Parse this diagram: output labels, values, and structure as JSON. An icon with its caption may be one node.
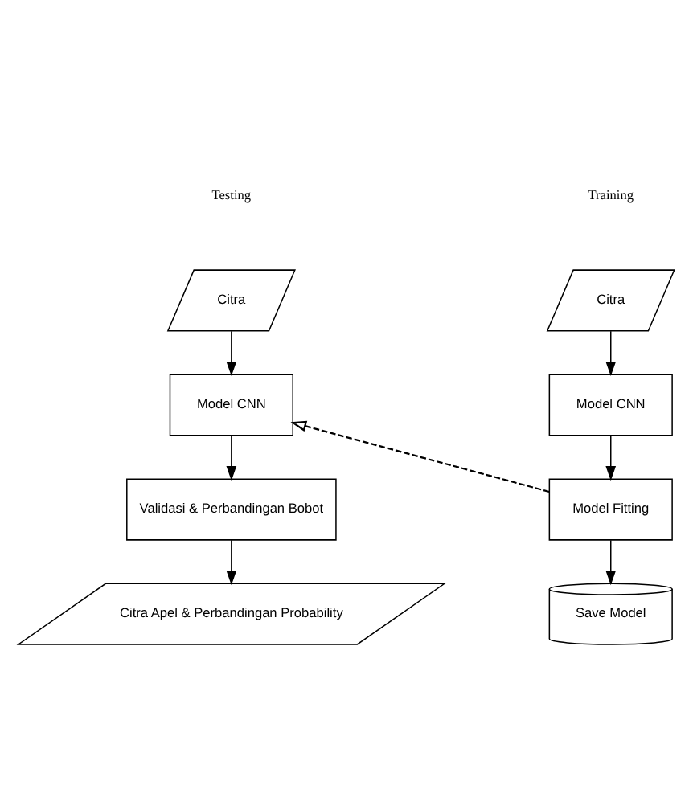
{
  "diagram": {
    "nodes": [
      {
        "text": [
          "Citra"
        ]
      },
      {
        "text": [
          "Model CNN"
        ]
      },
      {
        "text": [
          "Model Fitting"
        ]
      },
      {
        "text": [
          "Save Model"
        ]
      },
      {
        "text": [
          "Citra"
        ]
      },
      {
        "text": [
          "Model CNN"
        ]
      },
      {
        "text": [
          "Validasi & Perbandingan Bobot"
        ]
      },
      {
        "text": [
          "Citra Apel & Perbandingan Probability"
        ]
      }
    ],
    "edges": [
      {
        "from": 0,
        "to": 1,
        "arrow": "to"
      },
      {
        "from": 1,
        "to": 2,
        "arrow": "to"
      },
      {
        "from": 2,
        "to": 3,
        "arrow": "to"
      },
      {
        "from": 4,
        "to": 5,
        "arrow": "to"
      },
      {
        "from": 5,
        "to": 6,
        "arrow": "to"
      },
      {
        "from": 6,
        "to": 7,
        "arrow": "to"
      },
      {
        "from": 2,
        "to": 5,
        "arrow": "to",
        "style": "dashed"
      }
    ],
    "labels": [
      "Training",
      "Testing"
    ]
  }
}
